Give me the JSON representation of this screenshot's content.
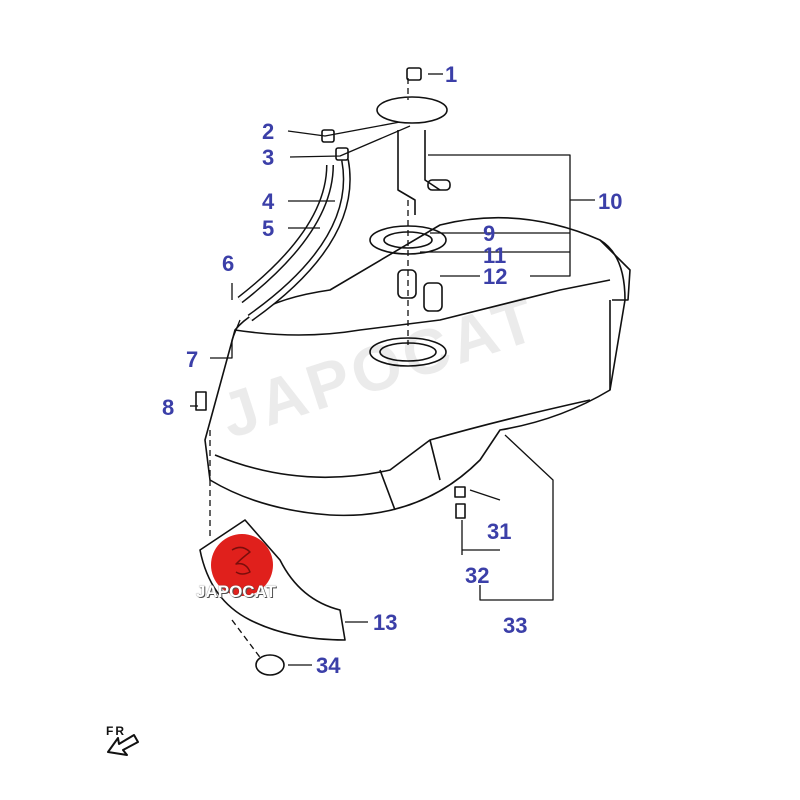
{
  "diagram": {
    "title": "Fuel tank parts diagram",
    "callouts": [
      "1",
      "2",
      "3",
      "4",
      "5",
      "6",
      "7",
      "8",
      "9",
      "10",
      "11",
      "12",
      "13",
      "31",
      "32",
      "33",
      "34"
    ],
    "direction_label": "FR",
    "watermark": "JAPOCAT",
    "logo_text": "JAPOCAT"
  },
  "colors": {
    "callout": "#3b3fa8",
    "logo_red": "#e0201c",
    "line": "#111111"
  }
}
